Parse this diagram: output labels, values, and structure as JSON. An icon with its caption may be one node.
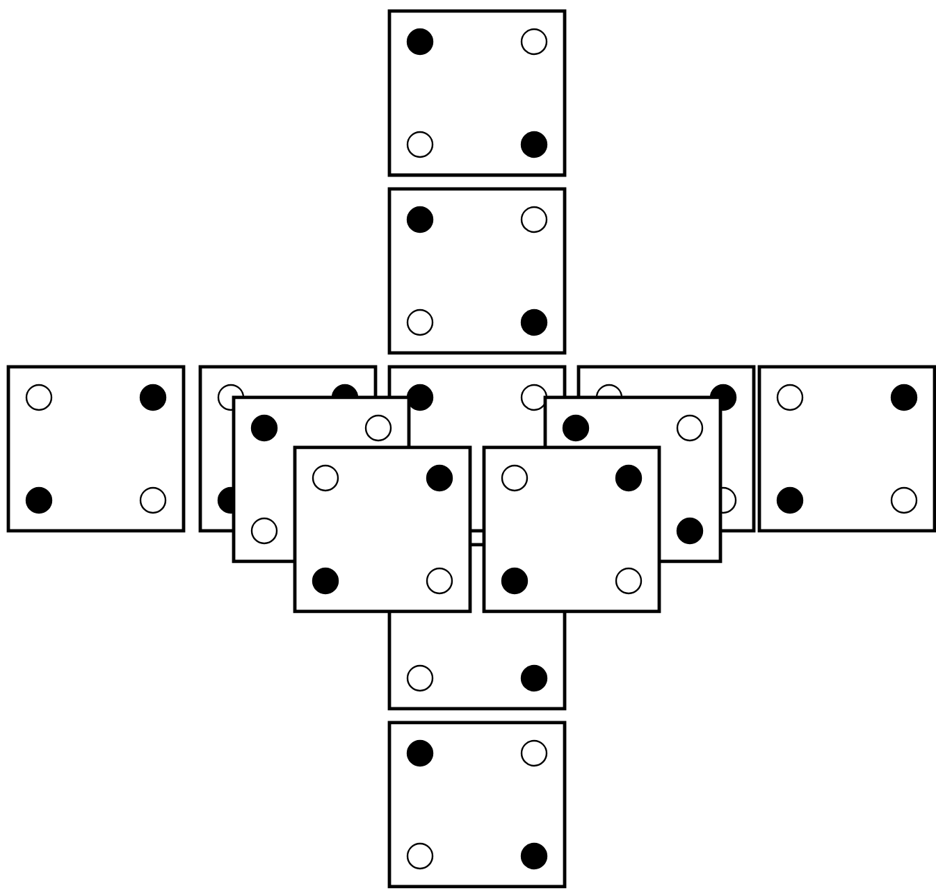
{
  "diagram": {
    "nodes": [
      {
        "text": [],
        "shape": "box"
      },
      {
        "text": [],
        "shape": "box"
      },
      {
        "text": [],
        "shape": "box"
      },
      {
        "text": [],
        "shape": "box"
      },
      {
        "text": [],
        "shape": "box"
      },
      {
        "text": [],
        "shape": "box"
      },
      {
        "text": [],
        "shape": "box"
      },
      {
        "text": [],
        "shape": "box"
      },
      {
        "text": [],
        "shape": "box"
      },
      {
        "text": [],
        "shape": "box"
      },
      {
        "text": [],
        "shape": "box"
      },
      {
        "text": [],
        "shape": "box"
      },
      {
        "text": [],
        "shape": "box"
      }
    ]
  }
}
